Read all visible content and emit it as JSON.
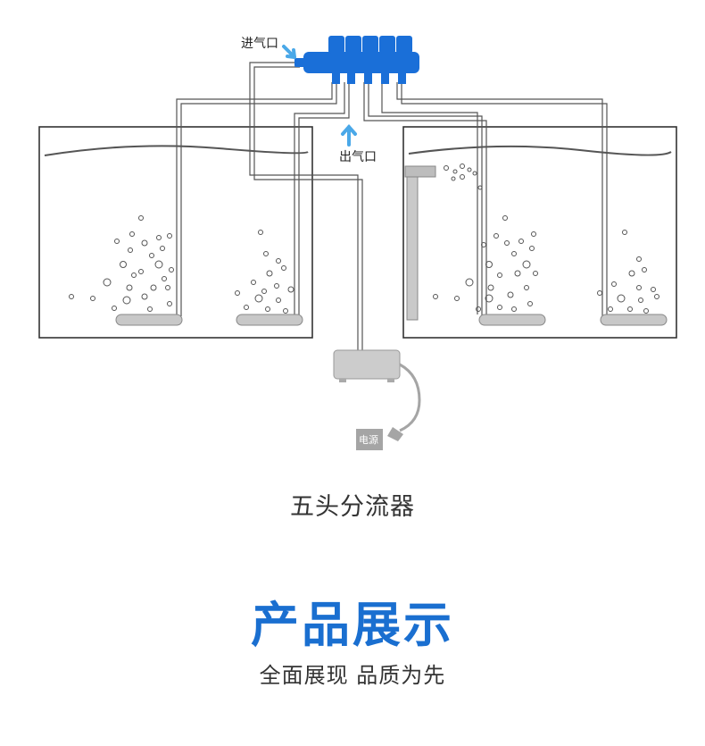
{
  "diagram": {
    "labels": {
      "air_inlet": "进气口",
      "air_outlet": "出气口",
      "power": "电源"
    },
    "colors": {
      "manifold": "#1a6fd8",
      "arrow": "#4aa8e8",
      "water_line": "#555555",
      "stone": "#c8c8c8",
      "pump": "#cccccc",
      "power_plug": "#a5a5a5"
    }
  },
  "caption": "五头分流器",
  "heading": "产品展示",
  "subheading": "全面展现 品质为先"
}
